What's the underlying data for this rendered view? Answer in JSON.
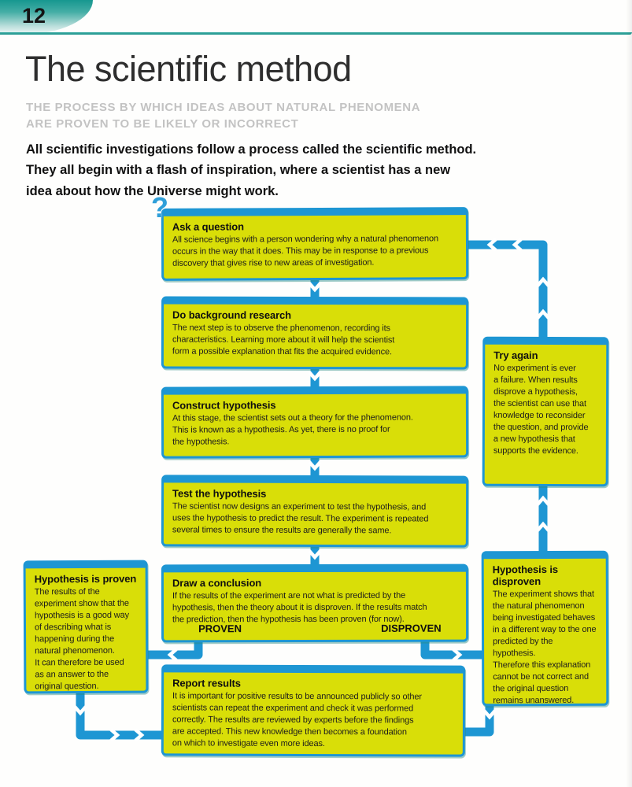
{
  "page": {
    "number": "12"
  },
  "header": {
    "title": "The scientific method",
    "subtitle": "THE PROCESS BY WHICH IDEAS ABOUT NATURAL PHENOMENA\nARE PROVEN TO BE LIKELY OR INCORRECT",
    "intro": "All scientific investigations follow a process called the scientific method.\nThey all begin with a flash of inspiration, where a scientist has a new\nidea about how the Universe might work."
  },
  "flowchart": {
    "question_mark": "?",
    "labels": {
      "proven": "PROVEN",
      "disproven": "DISPROVEN"
    },
    "colors": {
      "box_fill": "#d9de08",
      "connector_blue": "#1e96d3",
      "header_teal": "#1b948c"
    },
    "boxes": {
      "ask_question": {
        "title": "Ask a question",
        "body": "All science begins with a person wondering why a natural phenomenon\noccurs in the way that it does. This may be in response to a previous\ndiscovery that gives rise to new areas of investigation."
      },
      "background_research": {
        "title": "Do background research",
        "body": "The next step is to observe the phenomenon, recording its\ncharacteristics. Learning more about it will help the scientist\nform a possible explanation that fits the acquired evidence."
      },
      "construct_hypothesis": {
        "title": "Construct hypothesis",
        "body": "At this stage, the scientist sets out a theory for the phenomenon.\nThis is known as a hypothesis. As yet, there is no proof for\nthe hypothesis."
      },
      "test_hypothesis": {
        "title": "Test the hypothesis",
        "body": "The scientist now designs an experiment to test the hypothesis, and\nuses the hypothesis to predict the result. The experiment is repeated\nseveral times to ensure the results are generally the same."
      },
      "draw_conclusion": {
        "title": "Draw a conclusion",
        "body": "If the results of the experiment are not what is predicted by the\nhypothesis, then the theory about it is disproven. If the results match\nthe prediction, then the hypothesis has been proven (for now)."
      },
      "report_results": {
        "title": "Report results",
        "body": "It is important for positive results to be announced publicly so other\nscientists can repeat the experiment and check it was performed\ncorrectly. The results are reviewed by experts before the findings\nare accepted. This new knowledge then becomes a foundation\non which to investigate even more ideas."
      },
      "hypothesis_proven": {
        "title": "Hypothesis is proven",
        "body": "The results of the\nexperiment show that the\nhypothesis is a good way\nof describing what is\nhappening during the\nnatural phenomenon.\nIt can therefore be used\nas an answer to the\noriginal question."
      },
      "try_again": {
        "title": "Try again",
        "body": "No experiment is ever\na failure. When results\ndisprove a hypothesis,\nthe scientist can use that\nknowledge to reconsider\nthe question, and provide\na new hypothesis that\nsupports the evidence."
      },
      "hypothesis_disproven": {
        "title": "Hypothesis is disproven",
        "body": "The experiment shows that\nthe natural phenomenon\nbeing investigated behaves\nin a different way to the one\npredicted by the hypothesis.\nTherefore this explanation\ncannot be not correct and\nthe original question\nremains unanswered."
      }
    }
  }
}
